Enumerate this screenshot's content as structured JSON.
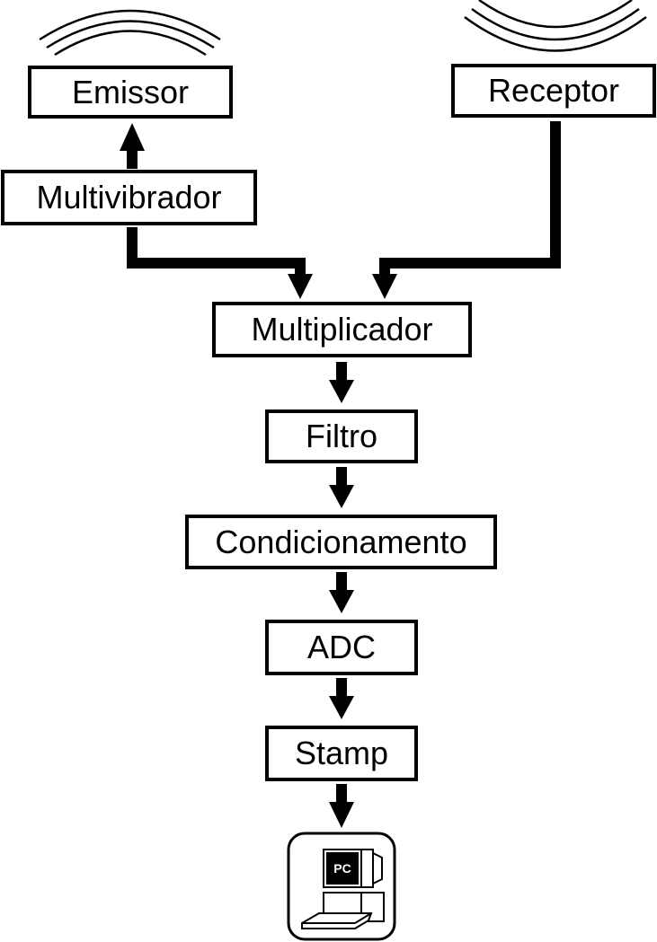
{
  "diagram": {
    "blocks": {
      "emissor": "Emissor",
      "receptor": "Receptor",
      "multivibrador": "Multivibrador",
      "multiplicador": "Multiplicador",
      "filtro": "Filtro",
      "condicionamento": "Condicionamento",
      "adc": "ADC",
      "stamp": "Stamp"
    },
    "pc_icon_label": "PC",
    "colors": {
      "stroke": "#000000",
      "background": "#ffffff"
    },
    "flow": [
      [
        "Multivibrador",
        "Emissor"
      ],
      [
        "Multivibrador",
        "Multiplicador"
      ],
      [
        "Receptor",
        "Multiplicador"
      ],
      [
        "Multiplicador",
        "Filtro"
      ],
      [
        "Filtro",
        "Condicionamento"
      ],
      [
        "Condicionamento",
        "ADC"
      ],
      [
        "ADC",
        "Stamp"
      ],
      [
        "Stamp",
        "PC"
      ]
    ]
  }
}
